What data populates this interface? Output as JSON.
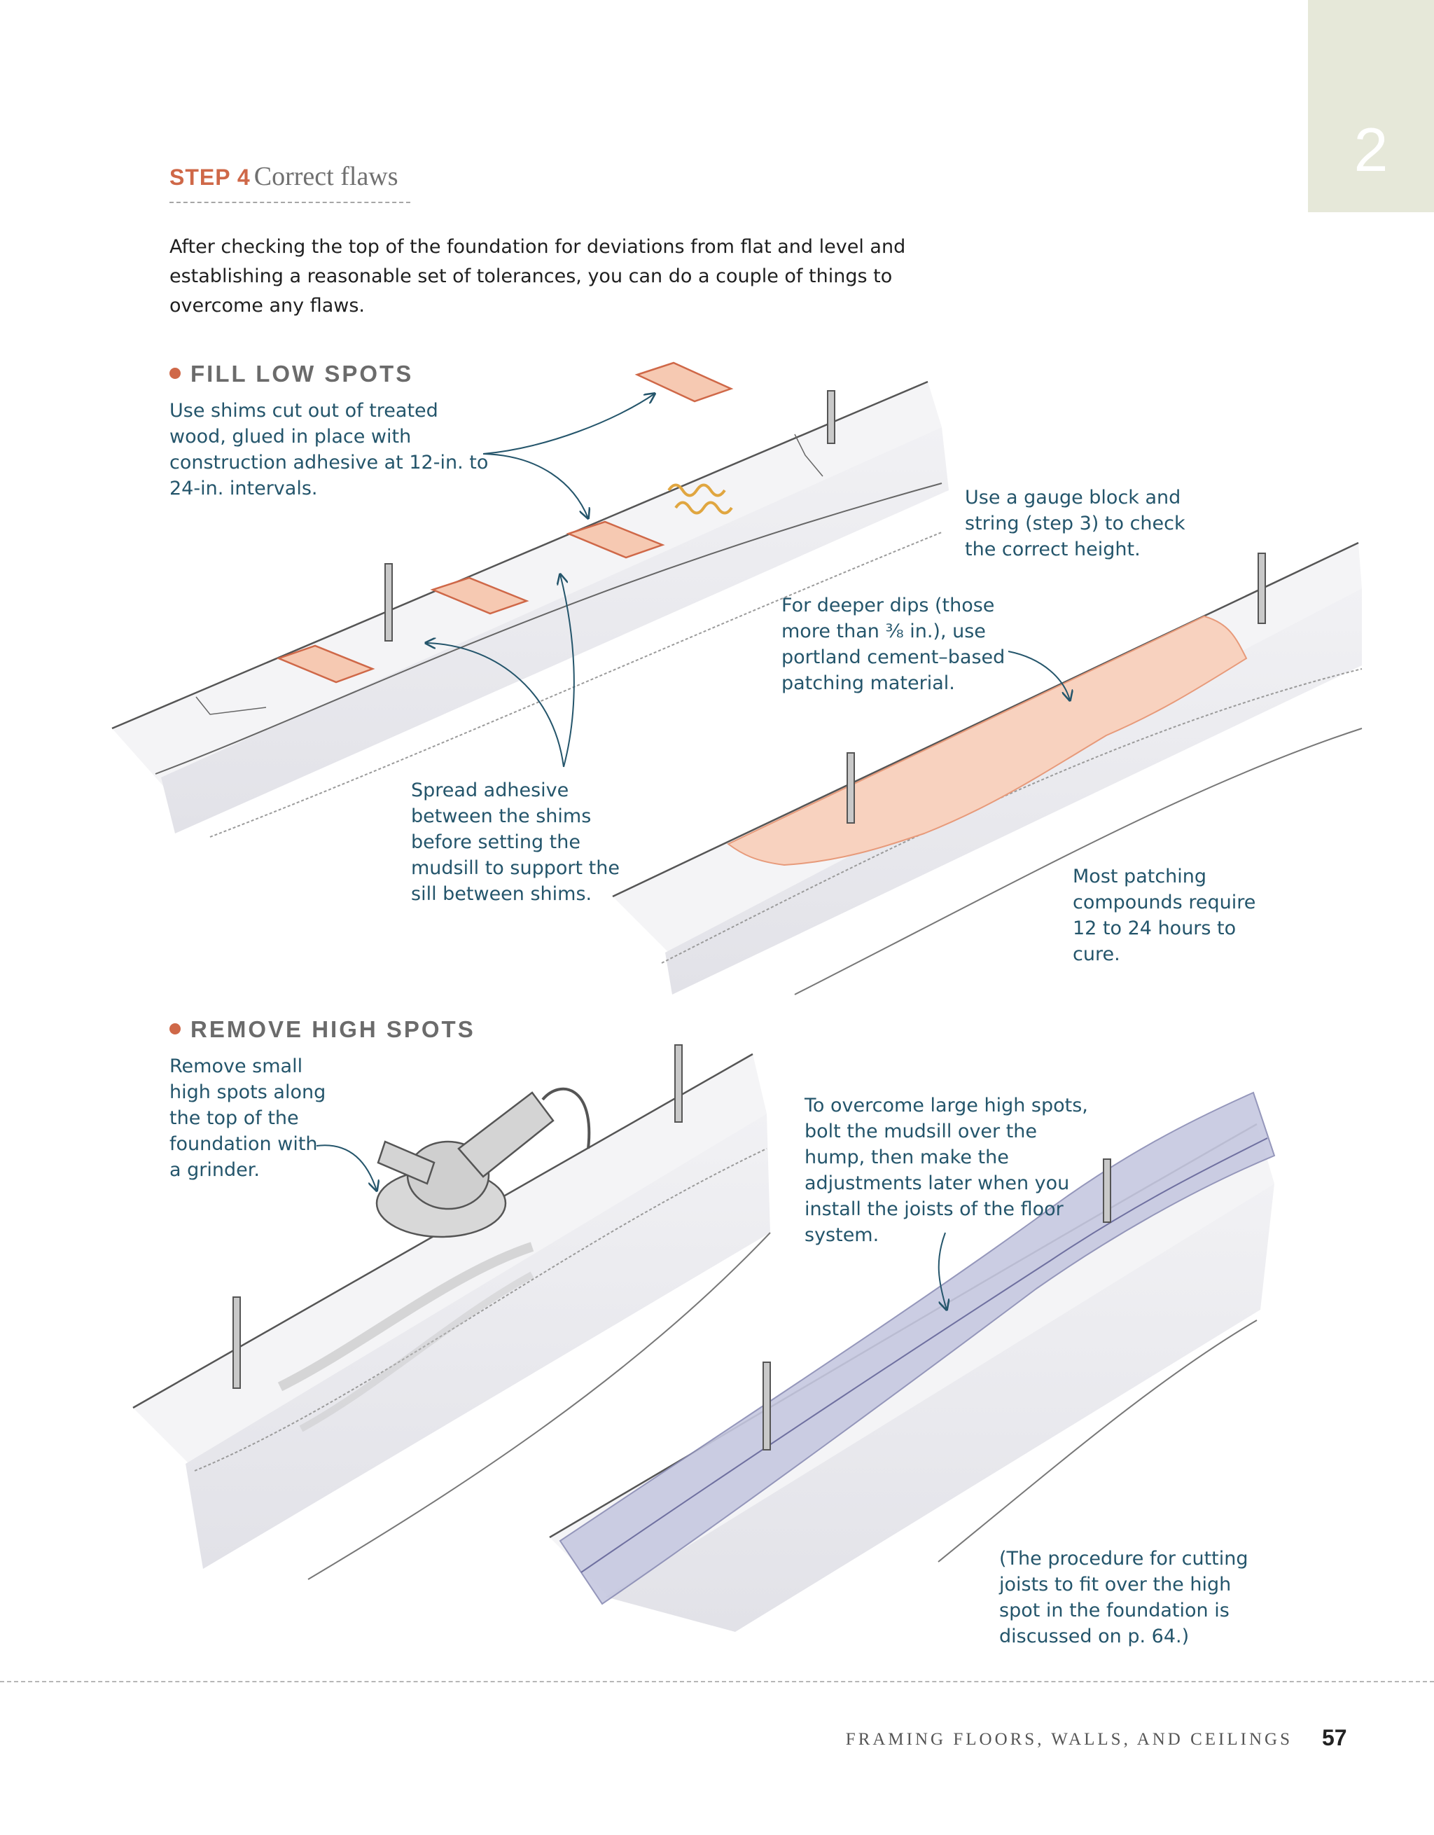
{
  "chapter_tab": {
    "number": "2"
  },
  "step": {
    "label": "STEP 4",
    "title": "Correct flaws"
  },
  "intro": "After checking the top of the foundation for deviations from flat and level and establishing a reasonable set of tolerances, you can do a couple of things to overcome any flaws.",
  "fill_low_spots": {
    "heading": "FILL LOW SPOTS",
    "callouts": {
      "shims": "Use shims cut out of treated wood, glued in place with construction adhesive at 12-in. to 24-in. intervals.",
      "gauge": "Use a gauge block and string (step 3) to check the correct height.",
      "deeper_dips": "For deeper dips (those more than ⅜ in.), use portland cement–based patching material.",
      "adhesive": "Spread adhesive between the shims before setting the mudsill to support the sill between shims.",
      "cure": "Most patching compounds require 12 to 24 hours to cure."
    }
  },
  "remove_high_spots": {
    "heading": "REMOVE HIGH SPOTS",
    "callouts": {
      "grinder": "Remove small high spots along the top of the foundation with a grinder.",
      "large_spots": "To overcome large high spots, bolt the mudsill over the hump, then make the adjustments later when you install the joists of the floor system.",
      "procedure": "(The procedure for cutting joists to fit over the high spot in the foundation is discussed on p. 64.)"
    }
  },
  "colors": {
    "accent": "#cf6848",
    "caption": "#24556b",
    "shim_fill": "#f6c9b2",
    "patch_fill": "#f8d2bf",
    "sill_fill": "#c6c8e0",
    "tab": "#e6e8d9"
  },
  "footer": {
    "running_head": "FRAMING FLOORS, WALLS, AND CEILINGS",
    "page_number": "57"
  }
}
